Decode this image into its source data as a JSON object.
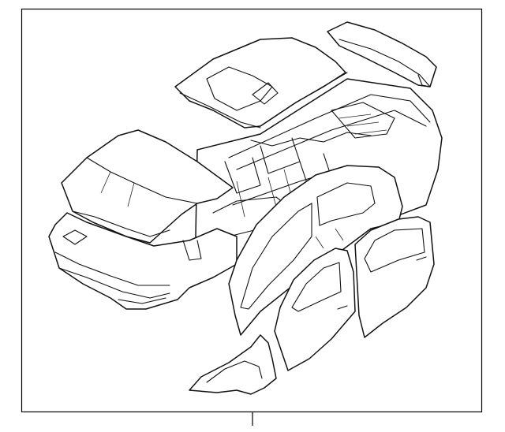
{
  "diagram": {
    "background": "#ffffff",
    "line_color": "#111111",
    "frame_color": "#000000",
    "parts": [
      {
        "id": "trunk-lid",
        "icon": "trunk-lid-panel"
      },
      {
        "id": "roof",
        "icon": "roof-panel-with-sunroof-opening"
      },
      {
        "id": "hood",
        "icon": "hood-panel"
      },
      {
        "id": "body-shell",
        "icon": "unibody-floor-structure"
      },
      {
        "id": "front-structure",
        "icon": "front-end-panel"
      },
      {
        "id": "bodyside",
        "icon": "bodyside-aperture"
      },
      {
        "id": "front-door",
        "icon": "front-door-shell"
      },
      {
        "id": "rear-door",
        "icon": "rear-door-shell"
      },
      {
        "id": "fender",
        "icon": "front-fender"
      }
    ],
    "callout": ""
  }
}
